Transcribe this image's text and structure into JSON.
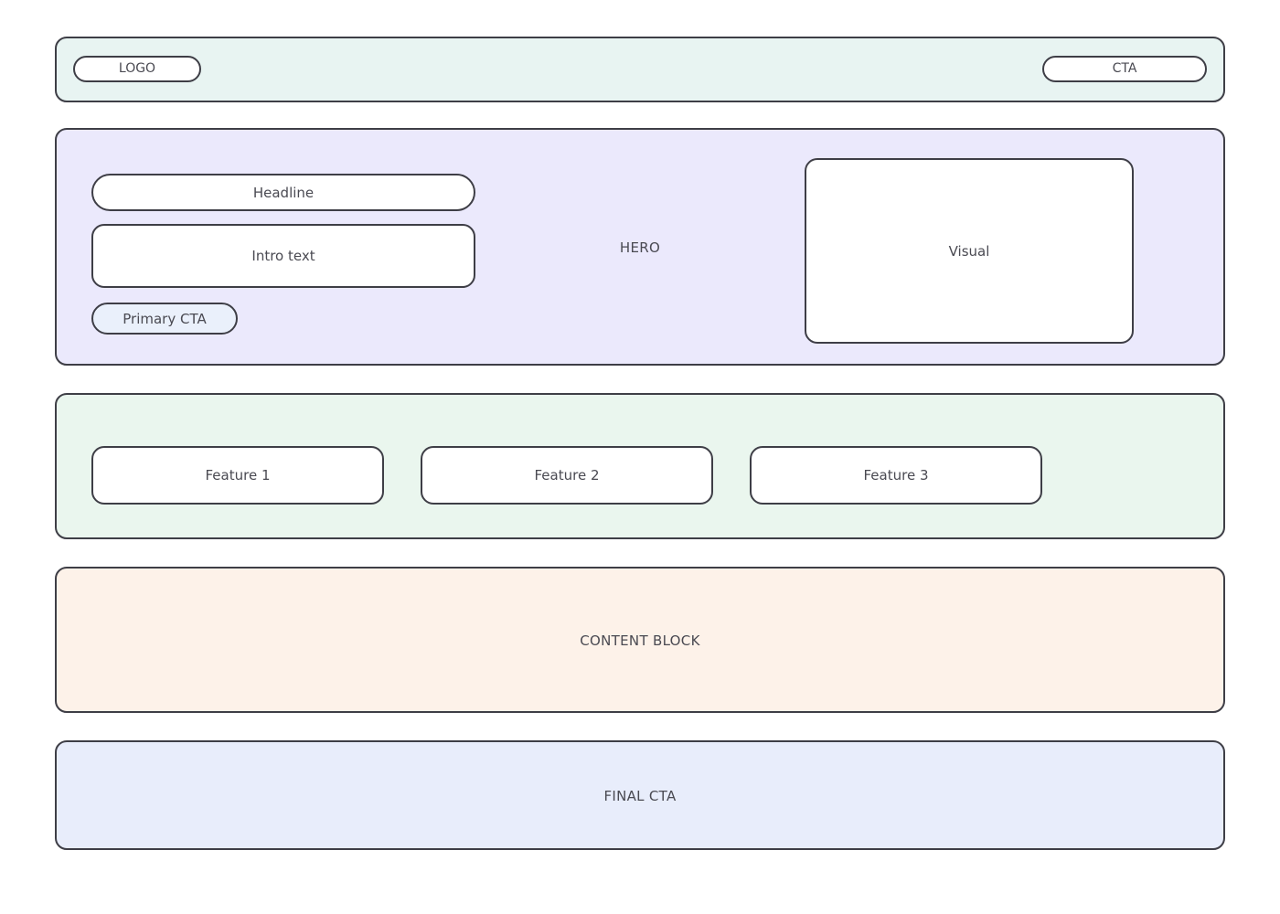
{
  "page": {
    "background": "#ffffff",
    "kind": "landing-page-wireframe"
  },
  "header": {
    "background": "#e8f4f2",
    "logo_label": "LOGO",
    "cta_label": "CTA"
  },
  "hero": {
    "background": "#ebe9fc",
    "section_label": "HERO",
    "headline_label": "Headline",
    "intro_label": "Intro text",
    "primary_cta_label": "Primary CTA",
    "primary_cta_background": "#eaf0fb",
    "visual_label": "Visual"
  },
  "features": {
    "background": "#eaf6ee",
    "cards": [
      {
        "label": "Feature 1"
      },
      {
        "label": "Feature 2"
      },
      {
        "label": "Feature 3"
      }
    ]
  },
  "content": {
    "background": "#fdf2e9",
    "label": "CONTENT BLOCK"
  },
  "final_cta": {
    "background": "#e8edfb",
    "label": "FINAL CTA"
  },
  "style": {
    "border_color": "#3e3e46",
    "text_color": "#4a4a52",
    "box_fill": "#ffffff"
  }
}
